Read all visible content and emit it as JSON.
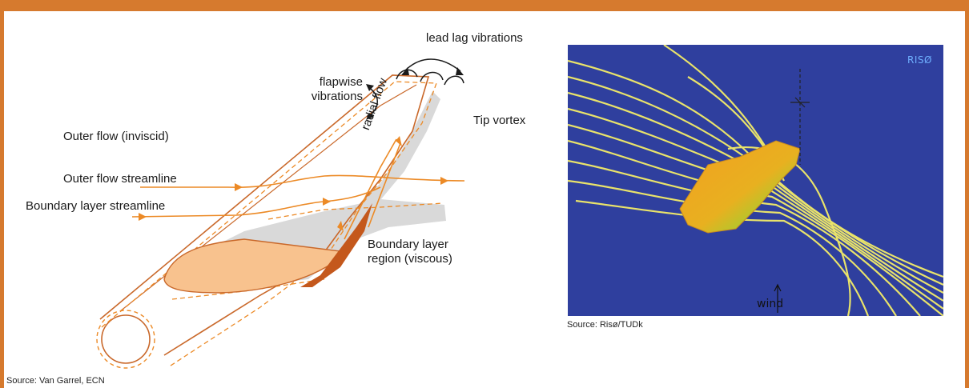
{
  "diagram": {
    "labels": {
      "lead_lag": "lead lag vibrations",
      "flapwise": "flapwise vibrations",
      "tip_vortex": "Tip vortex",
      "outer_flow": "Outer flow (inviscid)",
      "outer_flow_streamline": "Outer flow streamline",
      "boundary_layer_streamline": "Boundary layer streamline",
      "radial_flow": "radial flow",
      "boundary_layer_region": "Boundary layer region (viscous)"
    },
    "source_left": "Source: Van Garrel, ECN",
    "source_right": "Source: Risø/TUDk"
  },
  "photo": {
    "logo": "RISØ",
    "wind_label": "wind"
  },
  "colors": {
    "frame": "#d67a2e",
    "blade": "#c9682a",
    "streamline": "#ec8a26",
    "gray_region": "#d9d9d9",
    "orange_fill": "#f8c28e",
    "dark_orange": "#c4581c",
    "photo_bg": "#2f3f9e",
    "photo_streamlines": "#e9e36a"
  }
}
